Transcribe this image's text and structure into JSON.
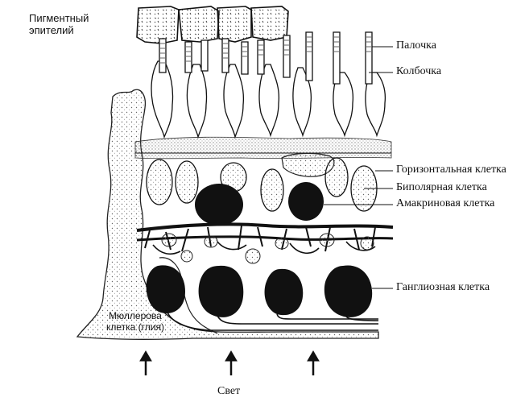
{
  "labels": {
    "pigment_epithelium": "Пигментный\nэпителий",
    "rod": "Палочка",
    "cone": "Колбочка",
    "horizontal_cell": "Горизонтальная клетка",
    "bipolar_cell": "Биполярная клетка",
    "amacrine_cell": "Амакриновая клетка",
    "ganglion_cell": "Ганглиозная клетка",
    "muller_cell": "Мюллерова\nклетка (глия)",
    "light": "Свет"
  },
  "colors": {
    "ink": "#111111",
    "paper": "#ffffff",
    "stipple": "#777777"
  }
}
